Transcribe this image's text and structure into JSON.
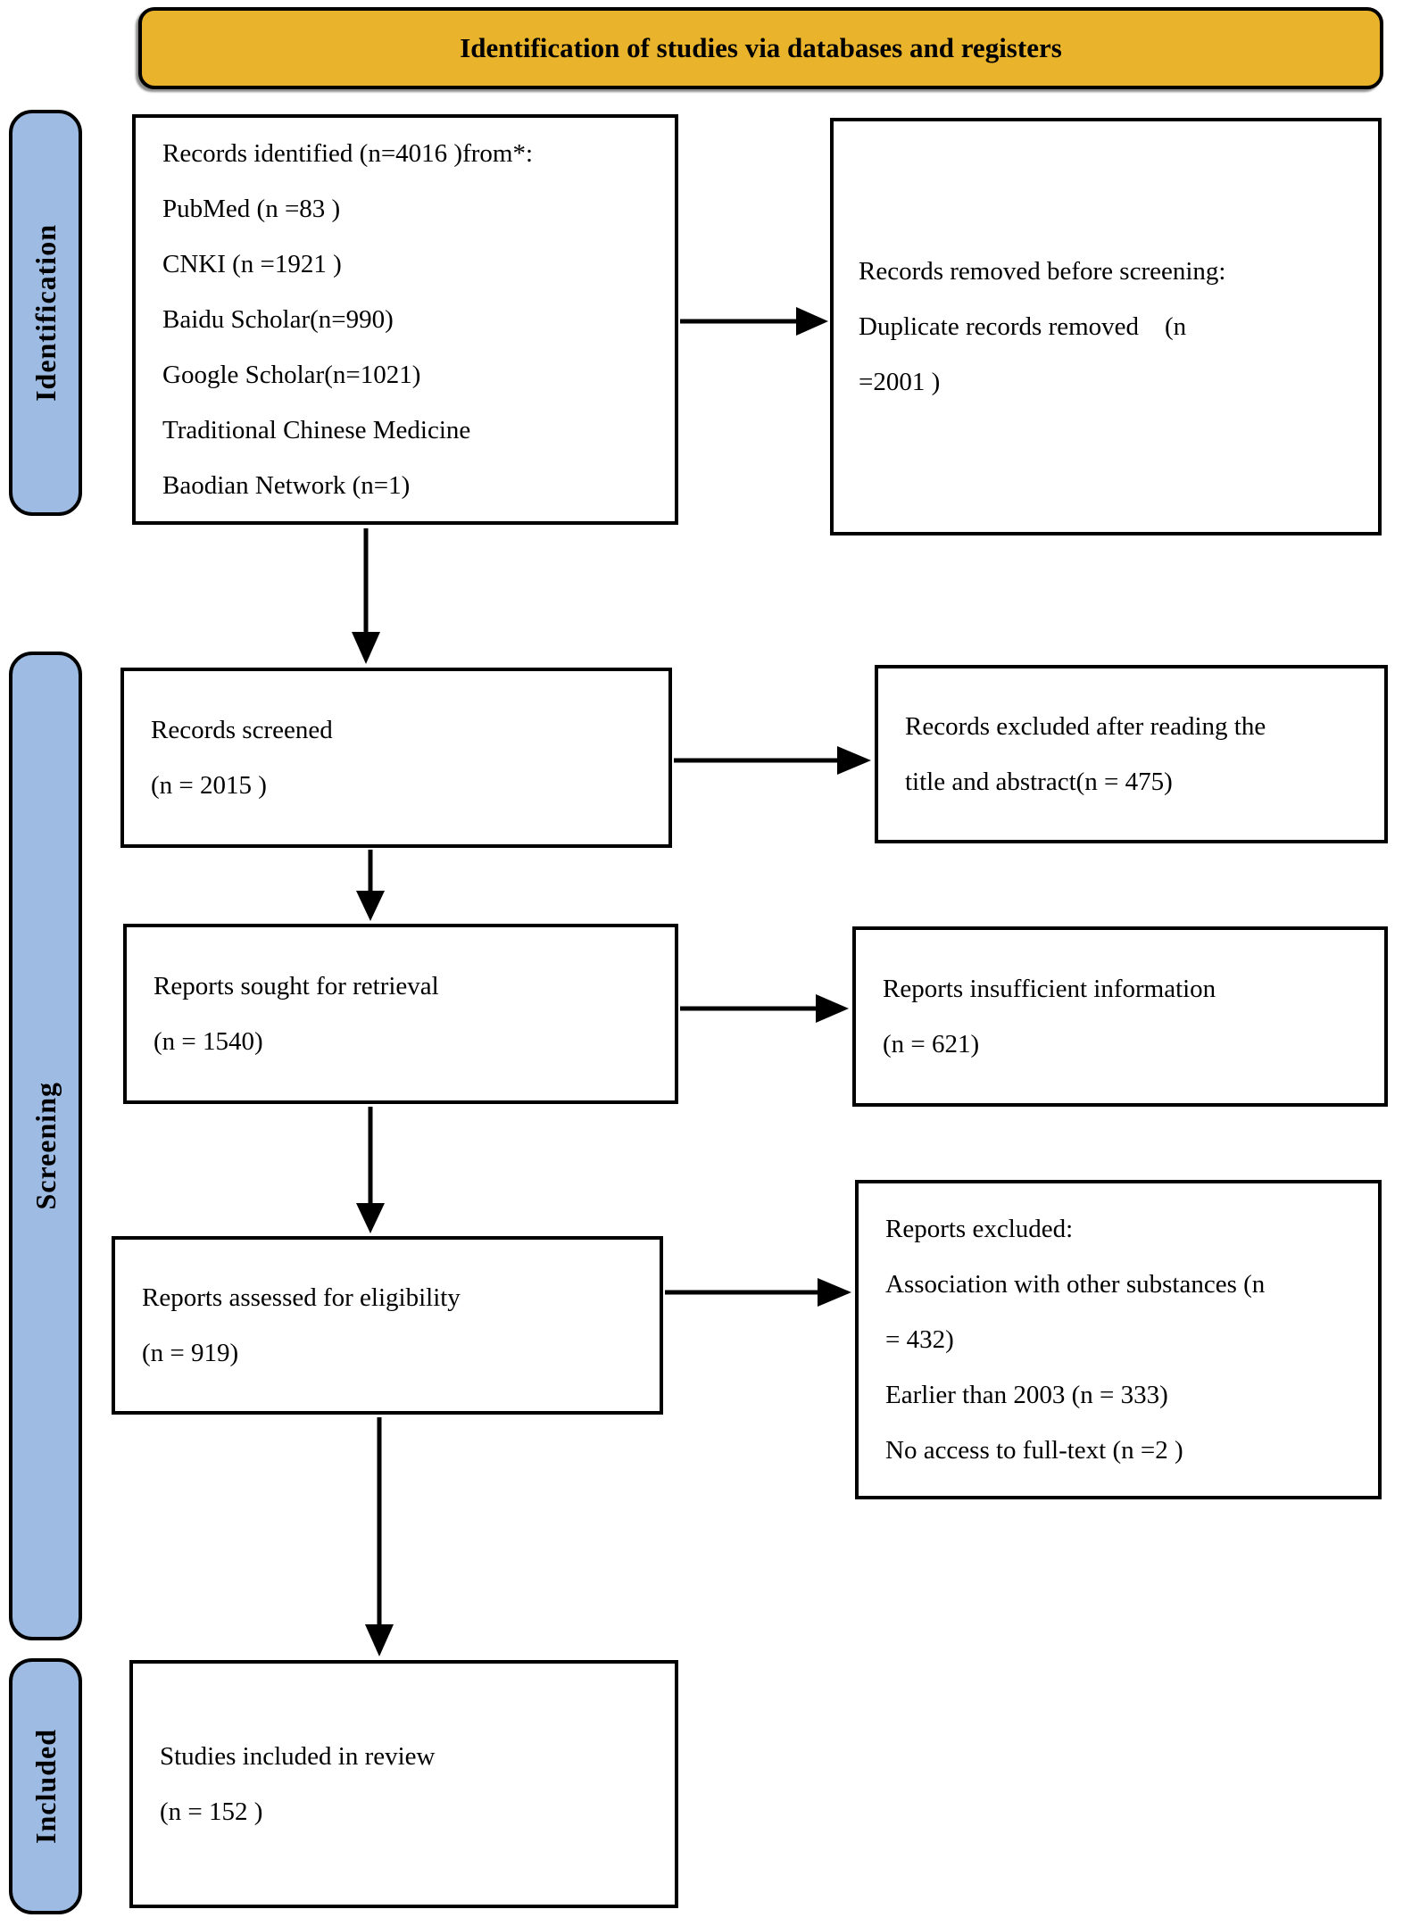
{
  "header": {
    "title": "Identification of studies via databases and registers"
  },
  "stages": {
    "identification": "Identification",
    "screening": "Screening",
    "included": "Included"
  },
  "boxes": {
    "records_identified": {
      "lines": [
        "Records identified (n=4016 )from*:",
        "PubMed (n =83 )",
        "CNKI (n =1921 )",
        "Baidu Scholar(n=990)",
        "Google Scholar(n=1021)",
        "Traditional Chinese Medicine",
        "Baodian Network (n=1)"
      ]
    },
    "records_removed": {
      "lines": [
        "Records removed before screening:",
        "Duplicate records removed    (n",
        "=2001 )"
      ]
    },
    "records_screened": {
      "lines": [
        "Records screened",
        "(n = 2015 )"
      ]
    },
    "records_excluded": {
      "lines": [
        "Records excluded after reading the",
        "title and abstract(n = 475)"
      ]
    },
    "reports_sought": {
      "lines": [
        "Reports sought for retrieval",
        "(n = 1540)"
      ]
    },
    "reports_insufficient": {
      "lines": [
        "Reports insufficient information",
        "(n = 621)"
      ]
    },
    "reports_assessed": {
      "lines": [
        "Reports assessed for eligibility",
        "(n = 919)"
      ]
    },
    "reports_excluded": {
      "lines": [
        "Reports excluded:",
        "Association with other substances (n",
        "= 432)",
        "Earlier than 2003 (n = 333)",
        "No access to full-text (n =2 )"
      ]
    },
    "studies_included": {
      "lines": [
        "Studies included in review",
        "(n = 152 )"
      ]
    }
  },
  "colors": {
    "header_bg": "#E9B32B",
    "stage_bg": "#9DBBE3",
    "border": "#000000",
    "box_bg": "#FFFFFF"
  }
}
